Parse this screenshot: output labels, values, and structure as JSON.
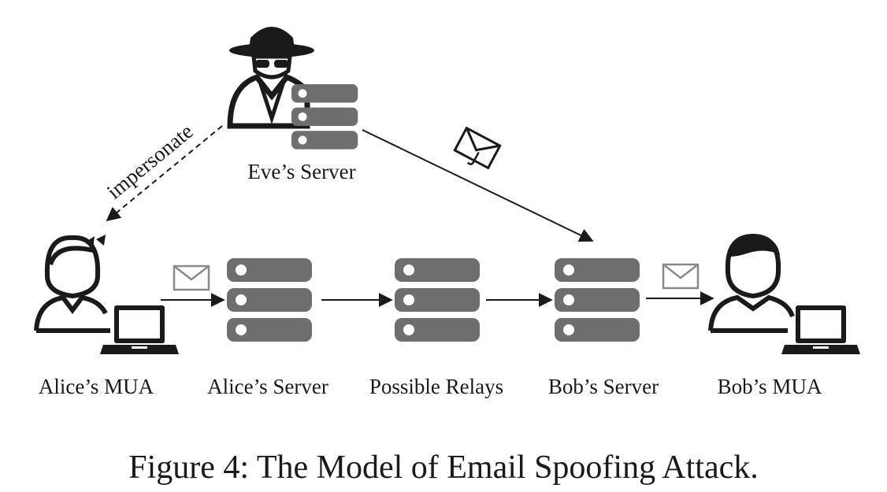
{
  "figure": {
    "caption": "Figure 4: The Model of Email Spoofing Attack."
  },
  "nodes": {
    "alice_mua": "Alice’s MUA",
    "alice_server": "Alice’s Server",
    "relays": "Possible Relays",
    "bob_server": "Bob’s Server",
    "bob_mua": "Bob’s MUA",
    "eve_server": "Eve’s Server"
  },
  "edges": {
    "impersonate": "impersonate"
  },
  "colors": {
    "server_fill": "#6e6e6e",
    "line": "#1a1a1a",
    "envelope": "#8a8a8a"
  },
  "icons": [
    "spy-icon",
    "server-icon",
    "user-female-icon",
    "user-male-icon",
    "laptop-icon",
    "envelope-icon",
    "phishing-envelope-icon"
  ]
}
